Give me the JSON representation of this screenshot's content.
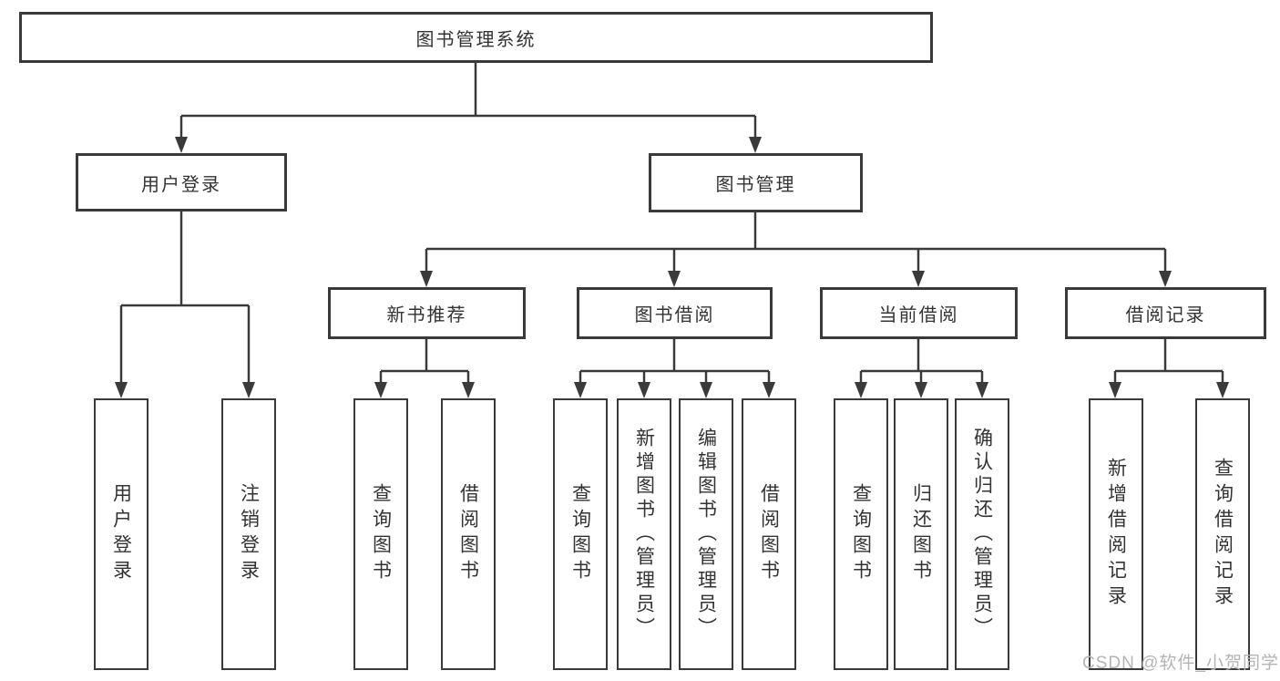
{
  "diagram": {
    "root": "图书管理系统",
    "level2": [
      "用户登录",
      "图书管理"
    ],
    "level3": [
      "新书推荐",
      "图书借阅",
      "当前借阅",
      "借阅记录"
    ],
    "leaves_user_login": [
      "用户登录",
      "注销登录"
    ],
    "leaves_new_books": [
      "查询图书",
      "借阅图书"
    ],
    "leaves_book_borrow": [
      "查询图书",
      "新增图书（管理员）",
      "编辑图书（管理员）",
      "借阅图书"
    ],
    "leaves_current_borrow": [
      "查询图书",
      "归还图书",
      "确认归还（管理员）"
    ],
    "leaves_borrow_records": [
      "新增借阅记录",
      "查询借阅记录"
    ]
  },
  "watermark": "CSDN @软件_小贺同学",
  "colors": {
    "line": "#3a3a3a",
    "box_border": "#3a3a3a",
    "text": "#333333",
    "watermark": "#b5b5b5",
    "background": "#ffffff"
  }
}
